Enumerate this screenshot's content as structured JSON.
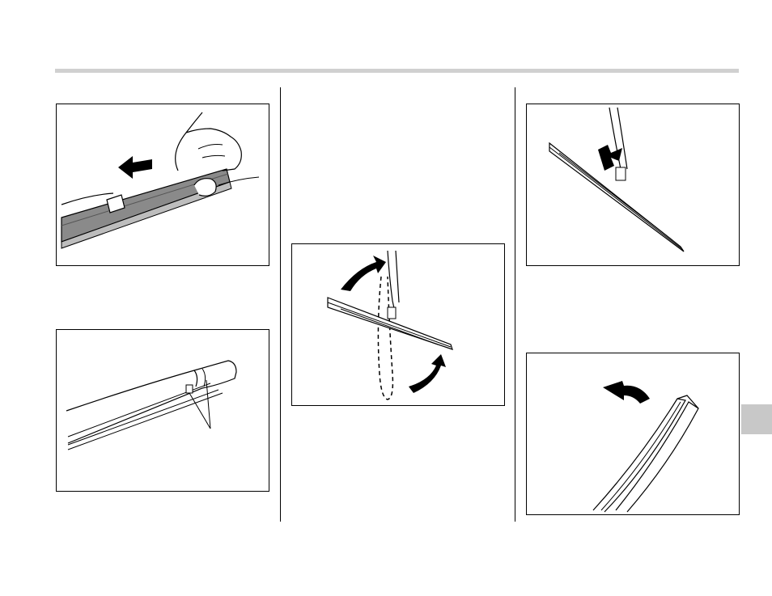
{
  "page": {
    "colors": {
      "rule": "#d0d0d0",
      "tab": "#c8c8c8",
      "line": "#000000",
      "blade_fill": "#8a8a8a"
    }
  },
  "figures": [
    {
      "id": "fig-1",
      "icon": "pull-blade-rubber-arrow-icon"
    },
    {
      "id": "fig-2",
      "icon": "blade-clip-callout-icon"
    },
    {
      "id": "fig-3",
      "icon": "rotate-blade-arrows-icon"
    },
    {
      "id": "fig-4",
      "icon": "insert-blade-arrow-icon"
    },
    {
      "id": "fig-5",
      "icon": "curved-arrow-return-icon"
    }
  ]
}
